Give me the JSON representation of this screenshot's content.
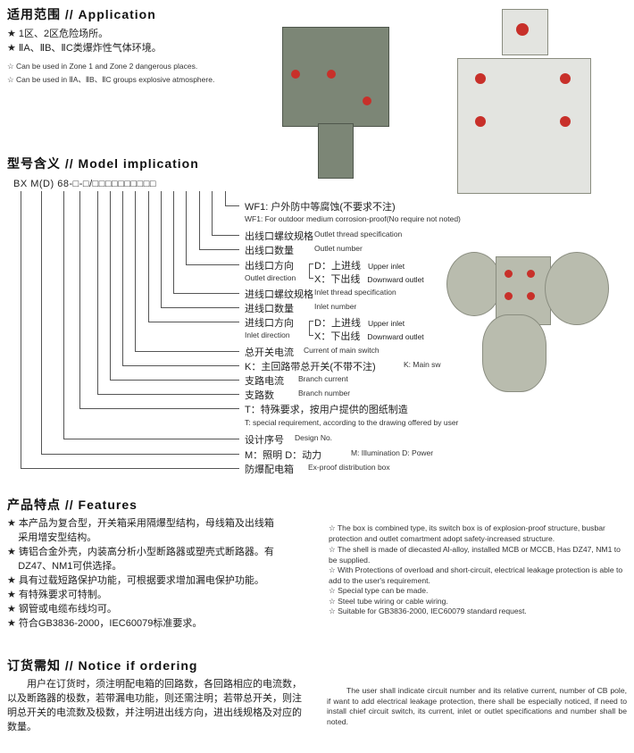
{
  "application": {
    "title": "适用范围 // Application",
    "cn": [
      "★ 1区、2区危险场所。",
      "★ ⅡA、ⅡB、ⅡC类爆炸性气体环境。"
    ],
    "en": [
      "☆ Can be used in Zone 1 and Zone 2 dangerous places.",
      "☆ Can be used in ⅡA、ⅡB、ⅡC groups explosive atmosphere."
    ]
  },
  "model": {
    "title": "型号含义 // Model implication",
    "code": "BX M(D) 68-□-□/□□□□□□□□□□",
    "labels": [
      {
        "cn": "WF1: 户外防中等腐蚀(不要求不注)",
        "en": ""
      },
      {
        "cn": "",
        "en": "WF1: For outdoor medium corrosion-proof(No require not noted)"
      },
      {
        "cn": "出线口螺纹规格",
        "en": "Outlet thread specification"
      },
      {
        "cn": "出线口数量",
        "en": "Outlet number"
      },
      {
        "cn": "出线口方向",
        "en": ""
      },
      {
        "cn": "",
        "en": "Outlet direction"
      },
      {
        "cn": "进线口螺纹规格",
        "en": "Inlet thread specification"
      },
      {
        "cn": "进线口数量",
        "en": "Inlet number"
      },
      {
        "cn": "进线口方向",
        "en": ""
      },
      {
        "cn": "",
        "en": "Inlet direction"
      },
      {
        "cn": "总开关电流",
        "en": "Current of main switch"
      },
      {
        "cn": "K：主回路带总开关(不带不注)",
        "en": "K: Main sw"
      },
      {
        "cn": "支路电流",
        "en": "Branch current"
      },
      {
        "cn": "支路数",
        "en": "Branch number"
      },
      {
        "cn": "T：特殊要求，按用户提供的图纸制造",
        "en": ""
      },
      {
        "cn": "",
        "en": "T: special requirement, according to the drawing offered by user"
      },
      {
        "cn": "设计序号",
        "en": "Design No."
      },
      {
        "cn": "M：照明  D：动力",
        "en": "M: Illumination   D: Power"
      },
      {
        "cn": "防爆配电箱",
        "en": "Ex-proof distribution box"
      }
    ],
    "direction": {
      "d_cn": "D：上进线",
      "d_en": "Upper inlet",
      "x_cn": "X：下出线",
      "x_en": "Downward outlet"
    }
  },
  "features": {
    "title": "产品特点 // Features",
    "cn": "★ 本产品为复合型，开关箱采用隔爆型结构，母线箱及出线箱<br>&nbsp;&nbsp;&nbsp;&nbsp;采用增安型结构。<br>★ 铸铝合金外壳，内装高分析小型断路器或塑壳式断路器。有<br>&nbsp;&nbsp;&nbsp;&nbsp;DZ47、NM1可供选择。<br>★ 具有过载短路保护功能，可根据要求增加漏电保护功能。<br>★ 有特殊要求可特制。<br>★ 钢管或电缆布线均可。<br>★ 符合GB3836-2000，IEC60079标准要求。",
    "en": [
      "☆ The box is combined type, its switch box is of explosion-proof structure, busbar protection and outlet comartment adopt safety-increased structure.",
      "☆ The shell is made of diecasted Al-alloy, installed MCB or MCCB, Has DZ47, NM1 to be supplied.",
      "☆ With Protections of overload and short-circuit, electrical leakage protection is able to add to the user's requirement.",
      "☆ Special type can be made.",
      "☆ Steel tube  wiring or cable wiring.",
      "☆ Suitable for GB3836-2000, IEC60079 standard request."
    ]
  },
  "notice": {
    "title": "订货需知 // Notice if ordering",
    "cn": "用户在订货时，须注明配电箱的回路数，各回路相应的电流数，以及断路器的极数，若带漏电功能，则还需注明；若带总开关，则注明总开关的电流数及极数，并注明进出线方向，进出线规格及对应的数量。",
    "en": "The user shall indicate circuit number and its relative current, number of CB pole, if want to add electrical leakage protection, there shall be especially noticed, if need to install chief circuit switch, its current, inlet or outlet specifications and number shall be noted."
  }
}
